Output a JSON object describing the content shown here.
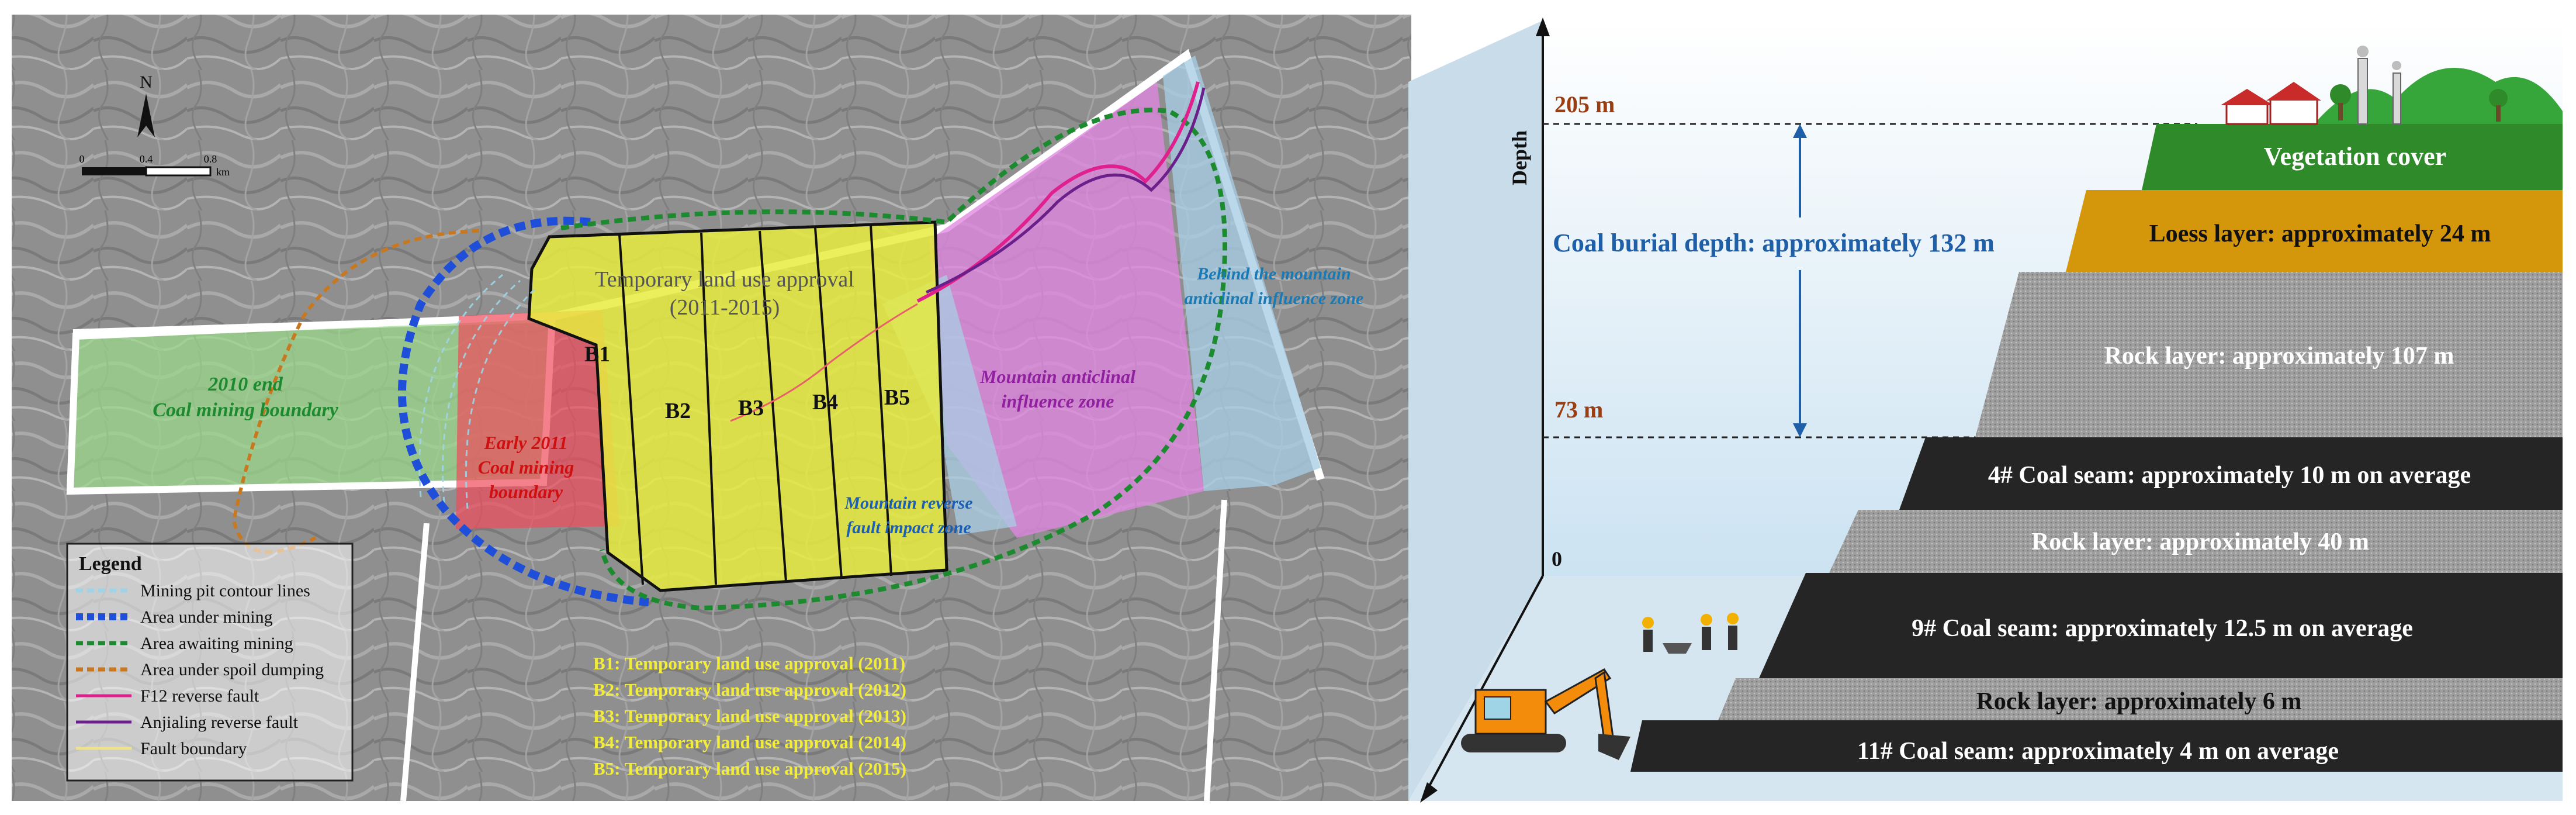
{
  "map": {
    "north_label": "N",
    "scale": {
      "ticks": [
        "0",
        "0.4",
        "0.8"
      ],
      "unit": "km"
    },
    "temp_approval": {
      "line1": "Temporary land use approval",
      "line2": "(2011-2015)"
    },
    "blocks": [
      "B1",
      "B2",
      "B3",
      "B4",
      "B5"
    ],
    "zones": {
      "end2010": {
        "line1": "2010 end",
        "line2": "Coal mining boundary"
      },
      "early2011": {
        "line1": "Early 2011",
        "line2": "Coal mining",
        "line3": "boundary"
      },
      "mountain_anticlinal": {
        "line1": "Mountain anticlinal",
        "line2": "influence zone"
      },
      "behind_mountain": {
        "line1": "Behind the mountain",
        "line2": "anticlinal influence zone"
      },
      "reverse_fault": {
        "line1": "Mountain reverse",
        "line2": "fault impact zone"
      }
    },
    "legend": {
      "title": "Legend",
      "items": [
        {
          "label": "Mining pit contour lines",
          "color": "#9fd4e6"
        },
        {
          "label": "Area under mining",
          "color": "#1f4fd8"
        },
        {
          "label": "Area awaiting mining",
          "color": "#1c8a2e"
        },
        {
          "label": "Area under spoil dumping",
          "color": "#c8781e"
        },
        {
          "label": "F12 reverse fault",
          "color": "#e0208c"
        },
        {
          "label": "Anjialing reverse fault",
          "color": "#6a1f8a"
        },
        {
          "label": "Fault boundary",
          "color": "#f0e28a"
        }
      ]
    },
    "approvals": [
      "B1: Temporary land use approval (2011)",
      "B2: Temporary land use approval (2012)",
      "B3: Temporary land use approval (2013)",
      "B4: Temporary land use approval (2014)",
      "B5: Temporary land use approval (2015)"
    ]
  },
  "profile": {
    "axis_label": "Depth",
    "origin_label": "0",
    "depth_205": "205 m",
    "depth_73": "73 m",
    "burial_depth": "Coal burial depth: approximately 132 m",
    "layers": [
      "Vegetation cover",
      "Loess layer: approximately 24 m",
      "Rock layer: approximately 107 m",
      "4# Coal seam: approximately 10 m on average",
      "Rock layer: approximately 40 m",
      "9# Coal seam: approximately 12.5 m on average",
      "Rock layer: approximately 6 m",
      "11# Coal seam: approximately 4 m on average"
    ],
    "colors": {
      "vegetation": "#2f8a2a",
      "loess": "#d4960a",
      "rock": "#9a9a9a",
      "coal": "#252525",
      "depth_text": "#9a3d10",
      "burial_text": "#1f5fa8"
    }
  }
}
